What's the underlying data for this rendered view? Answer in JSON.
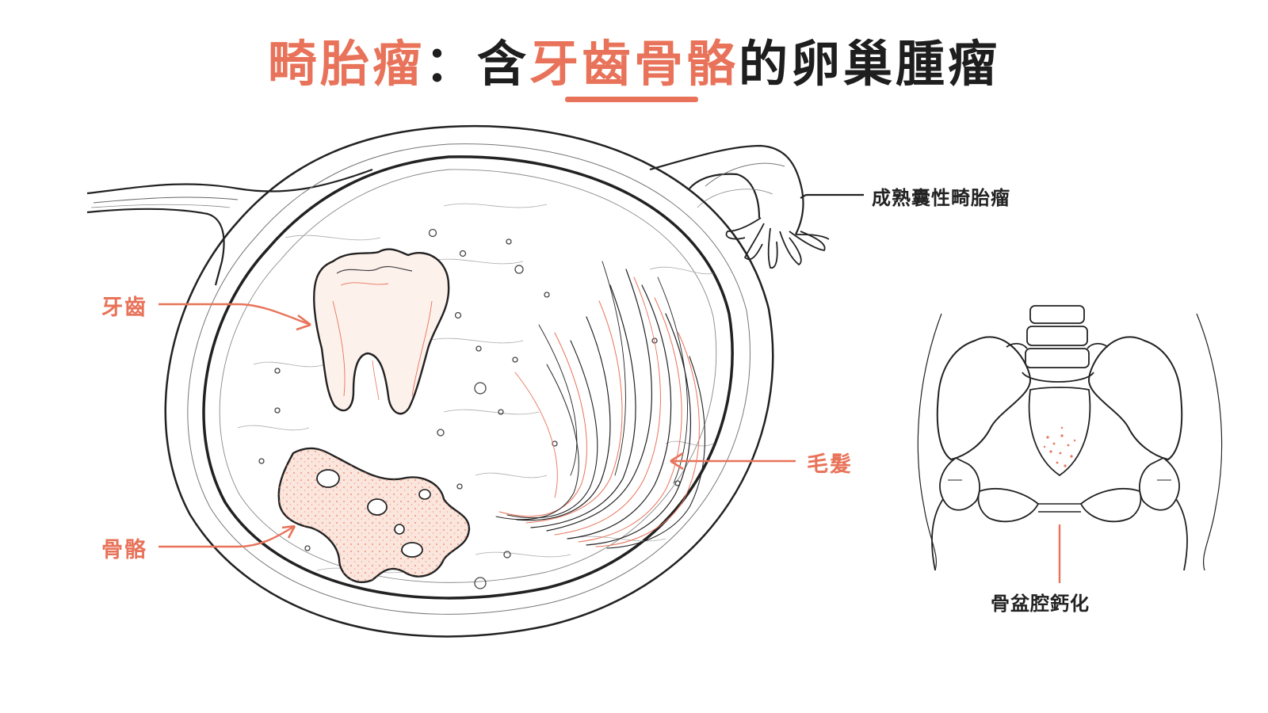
{
  "title": {
    "part1": "畸胎瘤",
    "separator": "：",
    "part2": "含",
    "highlight": "牙齒骨骼",
    "part3": "的卵巢腫瘤"
  },
  "labels": {
    "mature_cystic_teratoma": "成熟囊性畸胎瘤",
    "teeth": "牙齒",
    "bone": "骨骼",
    "hair": "毛髮",
    "pelvic_calcification": "骨盆腔鈣化"
  },
  "colors": {
    "accent": "#e8735a",
    "line": "#1e1e1e",
    "background": "#ffffff"
  }
}
